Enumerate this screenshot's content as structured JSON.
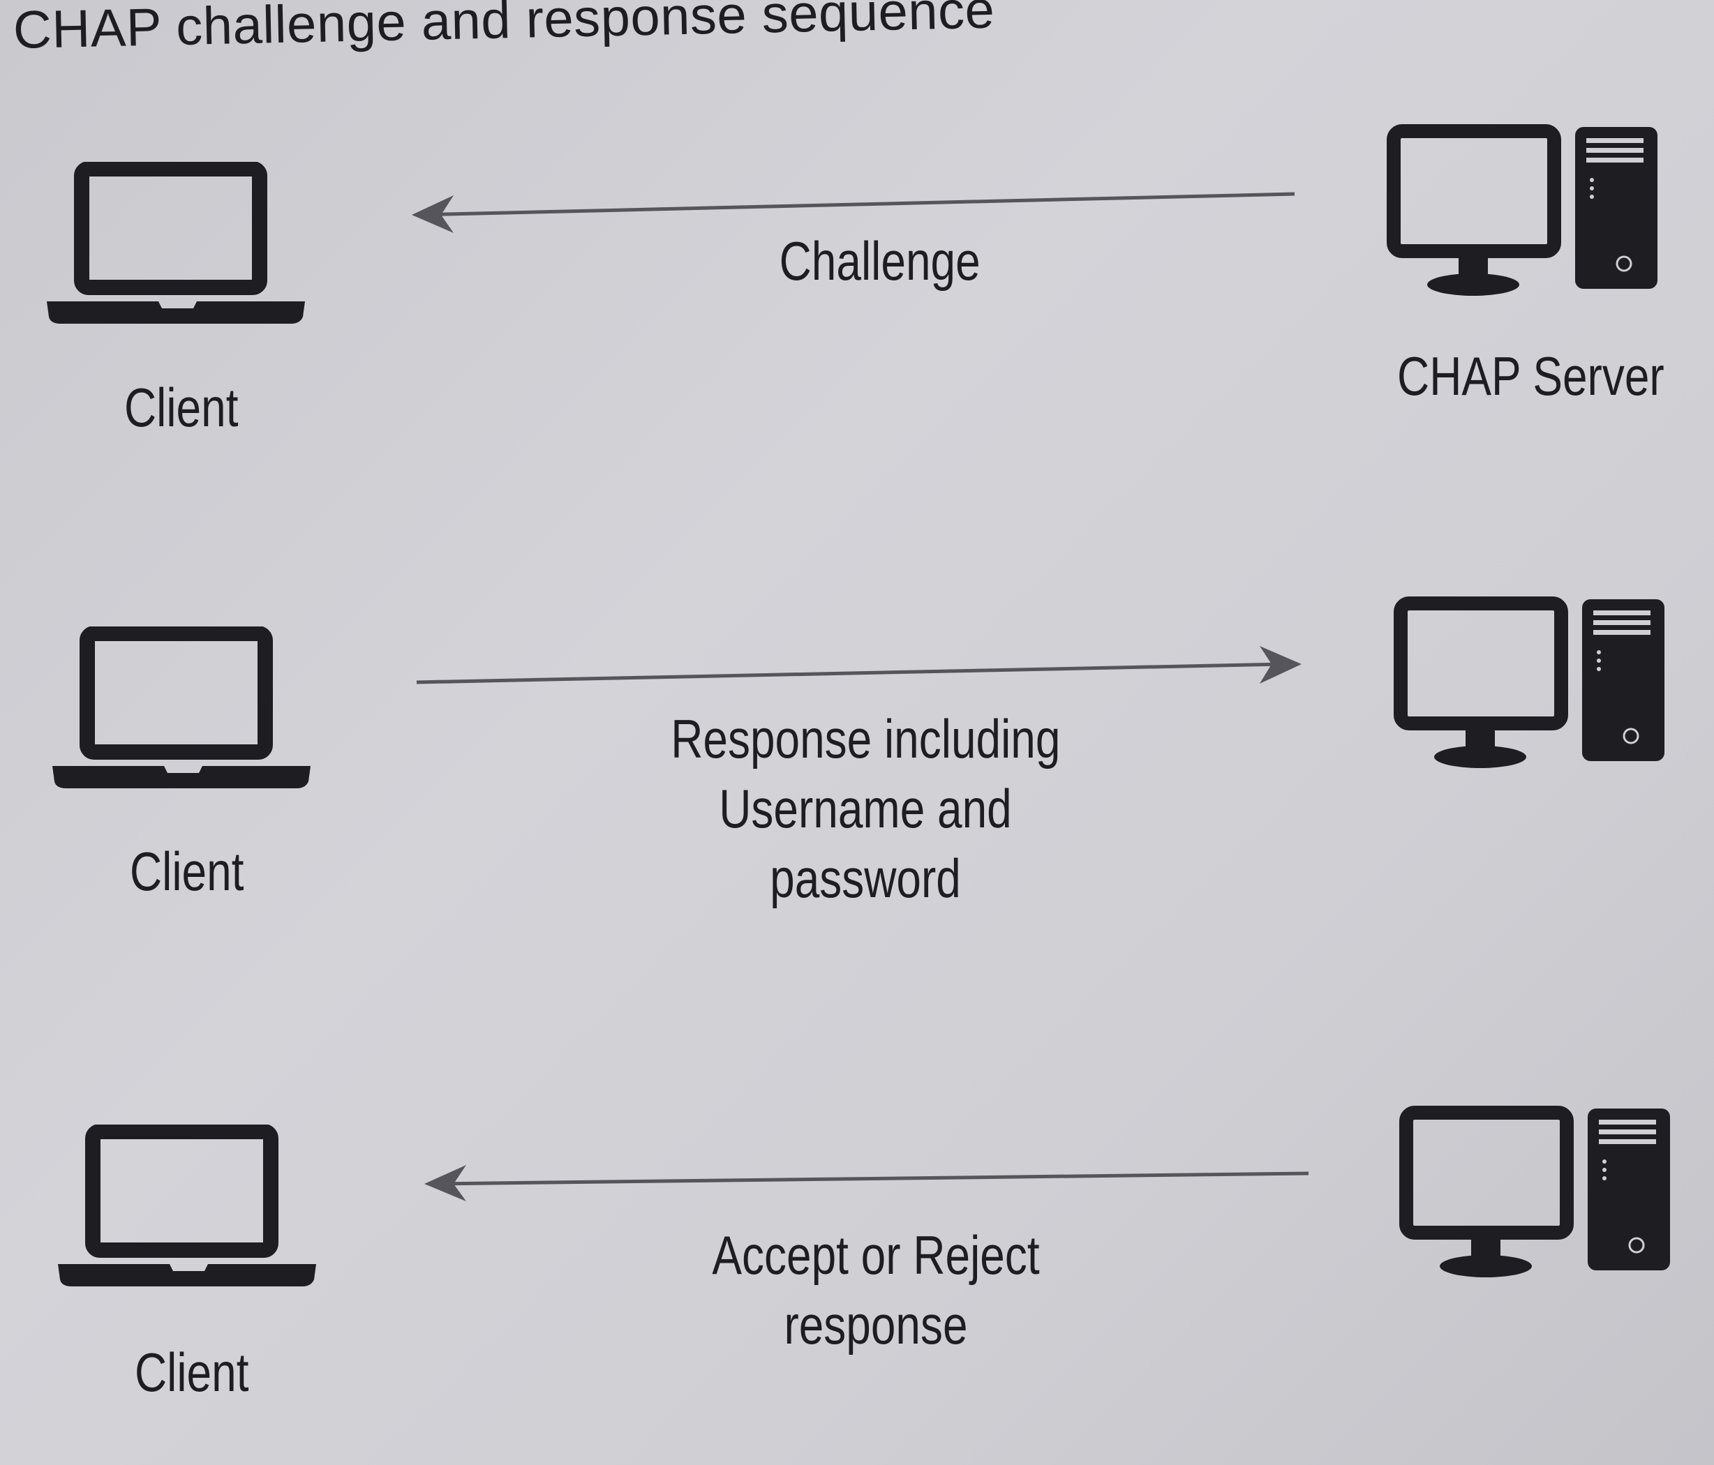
{
  "title": "CHAP challenge and response sequence",
  "rows": [
    {
      "client_label": "Client",
      "server_label": "CHAP Server",
      "message": "Challenge",
      "direction": "server-to-client"
    },
    {
      "client_label": "Client",
      "server_label": "",
      "message_lines": [
        "Response including",
        "Username and",
        "password"
      ],
      "direction": "client-to-server"
    },
    {
      "client_label": "Client",
      "server_label": "",
      "message_lines": [
        "Accept or Reject",
        "response"
      ],
      "direction": "server-to-client"
    }
  ],
  "colors": {
    "ink": "#1e1e22",
    "arrow": "#55555b",
    "paper": "#cfcfd4"
  }
}
